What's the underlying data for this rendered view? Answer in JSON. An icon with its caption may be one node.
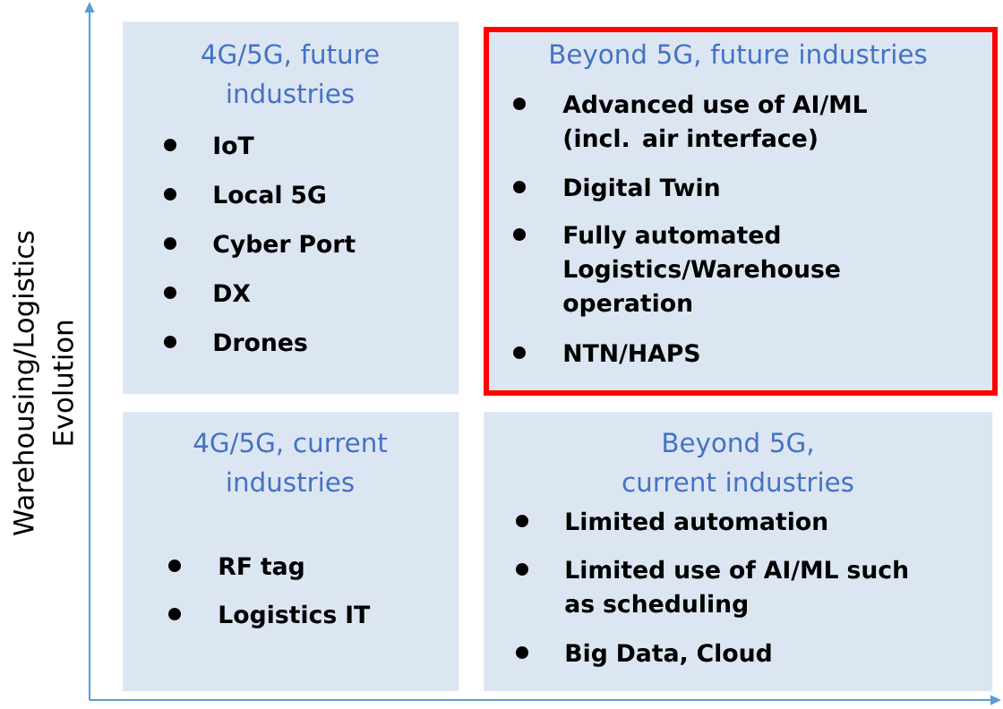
{
  "diagram": {
    "nodes": [
      {
        "text": [
          "4G/5G, future industries",
          "IoT",
          "Local 5G",
          "Cyber Port",
          "DX",
          "Drones"
        ]
      },
      {
        "text": [
          "Beyond 5G, future industries",
          "Advanced use of AI/ML (incl. air interface)",
          "Digital Twin",
          "Fully automated Logistics/Warehouse operation",
          "NTN/HAPS"
        ]
      },
      {
        "text": [
          "4G/5G, current industries",
          "RF tag",
          "Logistics IT"
        ]
      },
      {
        "text": [
          "Beyond 5G, current industries",
          "Limited automation",
          "Limited use of AI/ML such as scheduling",
          "Big Data, Cloud"
        ]
      }
    ],
    "edges": [],
    "labels": [
      "Warehousing/Logistics Evolution"
    ]
  }
}
